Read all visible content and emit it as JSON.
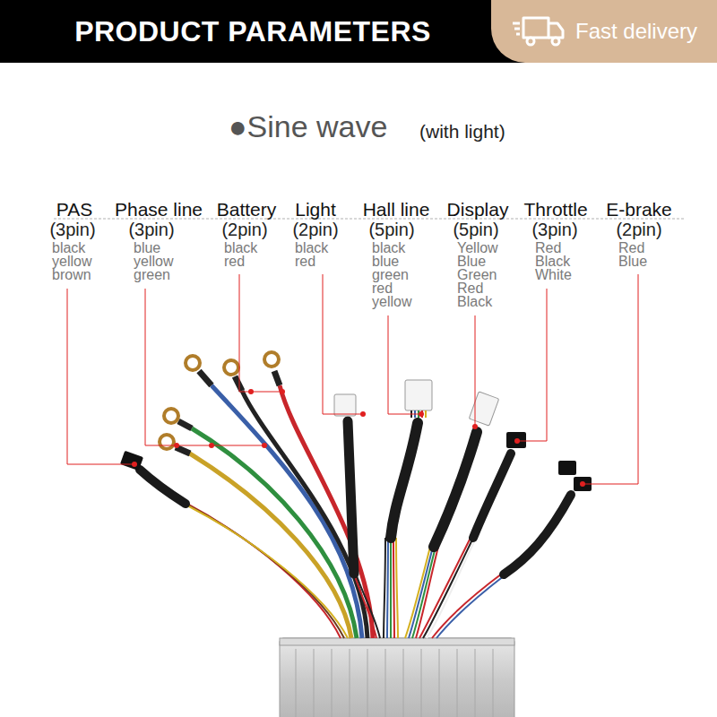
{
  "diagram": {
    "nodes": [
      {
        "text": [
          "PRODUCT PARAMETERS"
        ]
      },
      {
        "text": [
          "Fast delivery"
        ]
      }
    ],
    "labels": [
      "●Sine wave",
      "(with light)",
      "PAS",
      "(3pin)",
      "black",
      "yellow",
      "brown",
      "Phase line",
      "(3pin)",
      "blue",
      "yellow",
      "green",
      "Battery",
      "(2pin)",
      "black",
      "red",
      "Light",
      "(2pin)",
      "black",
      "red",
      "Hall line",
      "(5pin)",
      "black",
      "blue",
      "green",
      "red",
      "yellow",
      "Display",
      "(5pin)",
      "Yellow",
      "Blue",
      "Green",
      "Red",
      "Black",
      "Throttle",
      "(3pin)",
      "Red",
      "Black",
      "White",
      "E-brake",
      "(2pin)",
      "Red",
      "Blue"
    ]
  }
}
